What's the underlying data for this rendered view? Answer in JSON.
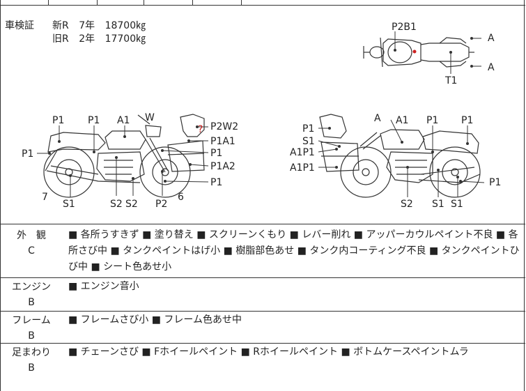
{
  "registration": {
    "label": "車検証",
    "new": {
      "type": "新R",
      "year": "7年",
      "weight": "18700㎏"
    },
    "old": {
      "type": "旧R",
      "year": "2年",
      "weight": "17700㎏"
    }
  },
  "diagram_labels": {
    "top_view": {
      "p2b1": "P2B1",
      "a_upper": "A",
      "a_lower": "A",
      "t1": "T1"
    },
    "left_side": {
      "p1_a": "P1",
      "p1_b": "P1",
      "a1": "A1",
      "w": "W",
      "p2w2": "P2W2",
      "p1a1": "P1A1",
      "p1_c": "P1",
      "p1a2": "P1A2",
      "p1_d": "P1",
      "p1_left": "P1",
      "seven": "7",
      "s1": "S1",
      "s2_a": "S2",
      "s2_b": "S2",
      "p2": "P2",
      "six": "6"
    },
    "right_side": {
      "p1_a": "P1",
      "s1": "S1",
      "a1p1_a": "A1P1",
      "a1p1_b": "A1P1",
      "a": "A",
      "a1": "A1",
      "p1_b": "P1",
      "p1_c": "P1",
      "p1_d": "P1",
      "s2": "S2",
      "s1_b": "S1",
      "s1_c": "S1"
    }
  },
  "condition_table": [
    {
      "category": "外　観",
      "grade": "C",
      "description": "■ 各所うすきず ■ 塗り替え ■ スクリーンくもり ■ レバー削れ ■ アッパーカウルペイント不良 ■ 各所さび中 ■ タンクペイントはげ小 ■ 樹脂部色あせ ■ タンク内コーティング不良 ■ タンクペイントひび中 ■ シート色あせ小"
    },
    {
      "category": "エンジン",
      "grade": "B",
      "description": "■ エンジン音小"
    },
    {
      "category": "フレーム",
      "grade": "B",
      "description": "■ フレームさび小 ■ フレーム色あせ中"
    },
    {
      "category": "足まわり",
      "grade": "B",
      "description": "■ チェーンさび ■ Fホイールペイント ■ Rホイールペイント ■ ボトムケースペイントムラ"
    }
  ],
  "colors": {
    "line": "#333333",
    "damage_mark": "#cc2222"
  }
}
